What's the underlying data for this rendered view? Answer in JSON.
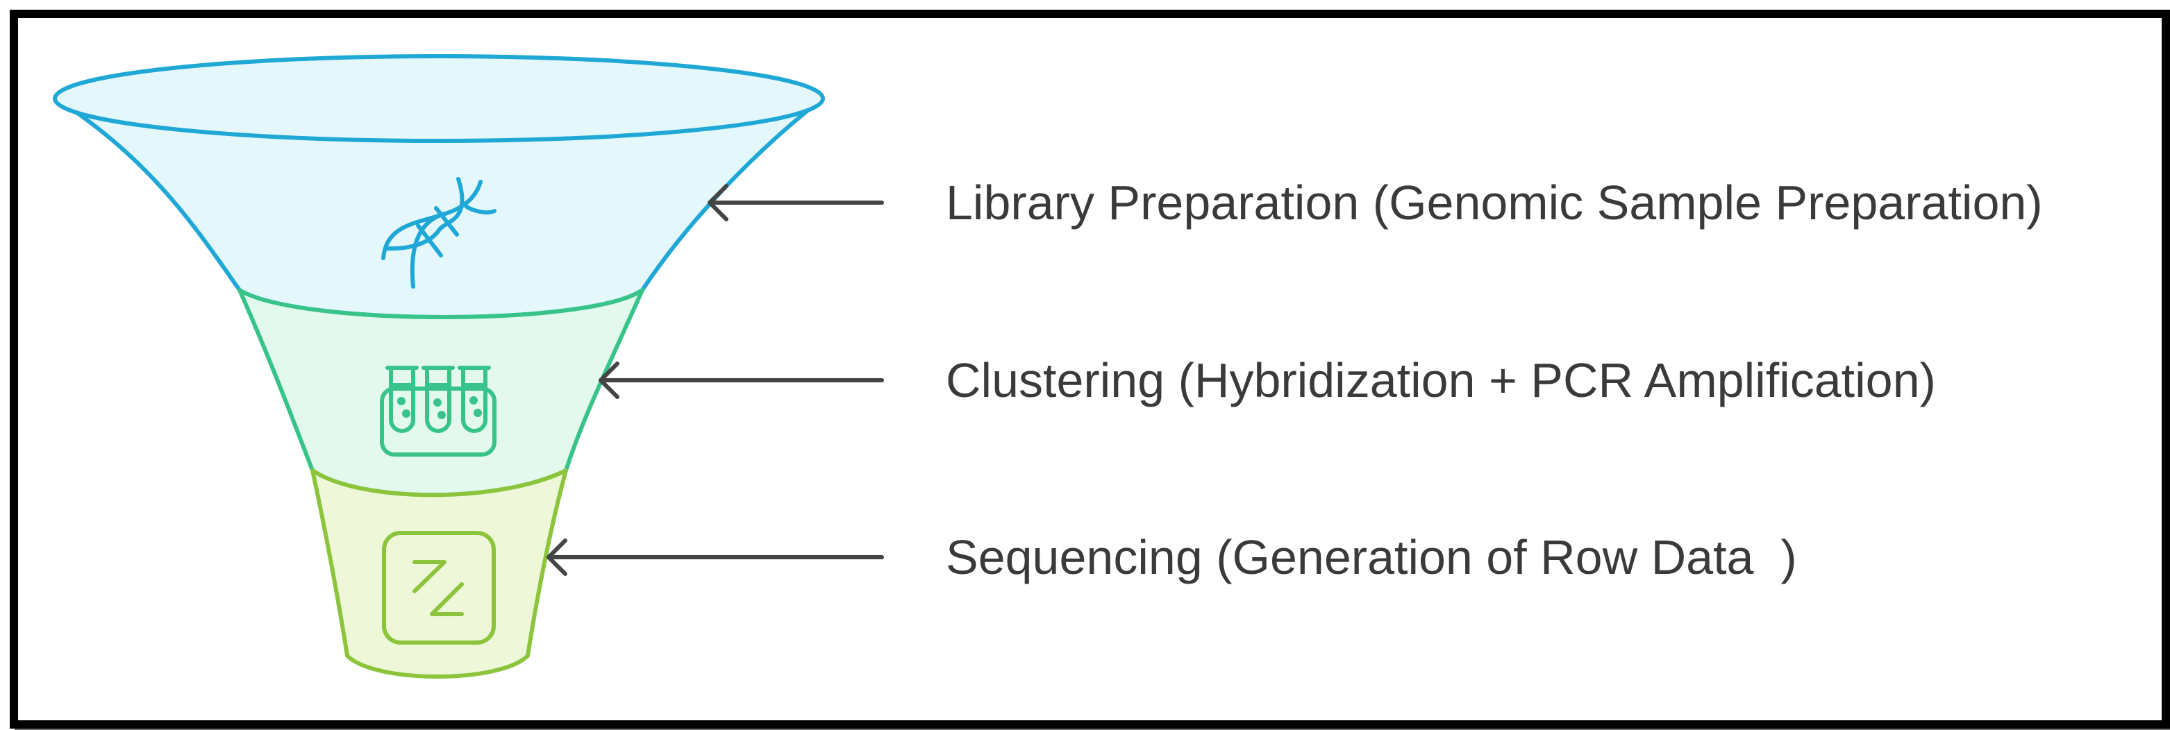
{
  "funnel": {
    "stages": [
      {
        "id": "library-preparation",
        "label": "Library Preparation (Genomic Sample Preparation)",
        "icon": "dna-icon",
        "fill_color": "#e4f7fb",
        "stroke_color": "#1fa8d6"
      },
      {
        "id": "clustering",
        "label": "Clustering (Hybridization + PCR Amplification)",
        "icon": "test-tubes-icon",
        "fill_color": "#e3f9ee",
        "stroke_color": "#37c389"
      },
      {
        "id": "sequencing",
        "label": "Sequencing (Generation of Row Data  )",
        "icon": "sequencer-icon",
        "fill_color": "#eef8d8",
        "stroke_color": "#8cc43c"
      }
    ]
  },
  "colors": {
    "arrow": "#444444",
    "label_text": "#3a3a3a",
    "frame_border": "#000000"
  }
}
